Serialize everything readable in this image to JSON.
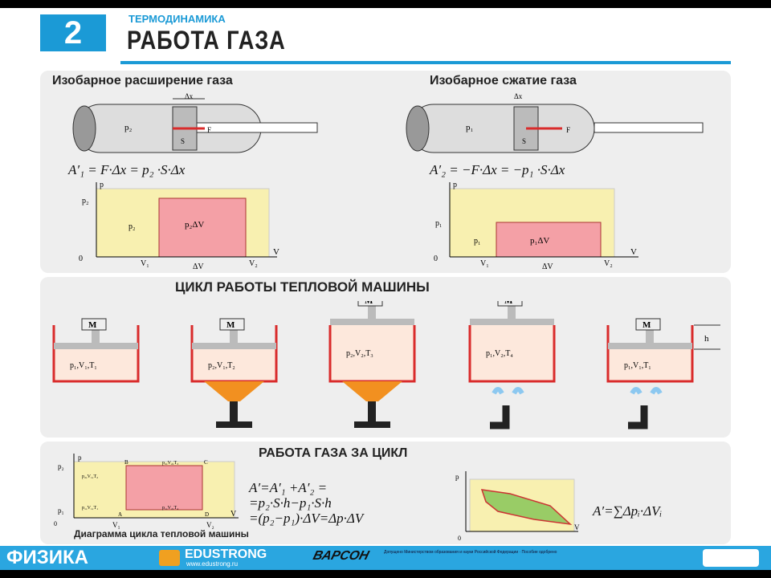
{
  "header": {
    "number": "2",
    "subject": "ТЕРМОДИНАМИКА",
    "title": "РАБОТА ГАЗА"
  },
  "expansion": {
    "title": "Изобарное расширение газа",
    "formula": "A′₁ = F·Δx = p₂ ·S·Δx",
    "cyl_label": "p₂",
    "dx": "Δx",
    "F": "F",
    "S": "S",
    "graph": {
      "p_axis": "p",
      "v_axis": "V",
      "origin": "0",
      "p_tick": "p₂",
      "p_mid": "p₂",
      "v1": "V₁",
      "v2": "V₂",
      "dv": "ΔV",
      "area": "p₂ΔV"
    }
  },
  "compression": {
    "title": "Изобарное сжатие газа",
    "formula": "A′₂ = −F·Δx = −p₁ ·S·Δx",
    "cyl_label": "p₁",
    "dx": "Δx",
    "F": "F",
    "S": "S",
    "graph": {
      "p_axis": "p",
      "v_axis": "V",
      "origin": "0",
      "p_tick": "p₁",
      "p_mid": "p₁",
      "v1": "V₁",
      "v2": "V₂",
      "dv": "ΔV",
      "area": "p₁ΔV"
    }
  },
  "cycle": {
    "title": "ЦИКЛ РАБОТЫ ТЕПЛОВОЙ МАШИНЫ",
    "mass": "M",
    "h": "h",
    "stages": [
      {
        "label": "p₁,V₁,T₁"
      },
      {
        "label": "p₂,V₁,T₂"
      },
      {
        "label": "p₂,V₂,T₃"
      },
      {
        "label": "p₁,V₂,T₄"
      },
      {
        "label": "p₁,V₁,T₁"
      }
    ]
  },
  "work_cycle": {
    "title": "РАБОТА ГАЗА ЗА ЦИКЛ",
    "diagram": {
      "p_axis": "p",
      "v_axis": "V",
      "origin": "0",
      "p2": "p₂",
      "p1": "p₁",
      "v1": "V₁",
      "v2": "V₂",
      "A": "A",
      "B": "B",
      "C": "C",
      "D": "D",
      "state_B": "p₂,V₁,T₂",
      "state_C": "p₂,V₂,T₃",
      "state_A": "p₁,V₁,T₁",
      "state_D": "p₁,V₂,T₄"
    },
    "caption": "Диаграмма цикла тепловой машины",
    "formula_lines": [
      "A′=A′₁ +A′₂ =",
      "=p₂·S·h−p₁·S·h",
      "=(p₂−p₁)·ΔV=Δp·ΔV"
    ],
    "general": {
      "p_axis": "p",
      "v_axis": "V",
      "origin": "0",
      "formula": "A′=∑Δpᵢ·ΔVᵢ"
    }
  },
  "footer": {
    "subject": "ФИЗИКА",
    "brand": "EDUSTRONG",
    "url": "www.edustrong.ru",
    "publisher": "ВАРСОН",
    "fine_print": "Допущено Министерством образования и науки Российской Федерации · Пособие одобрено"
  },
  "colors": {
    "accent": "#1b9ad6",
    "area": "#f4a0a6",
    "grid": "#f8f0b0",
    "red": "#d92b2b"
  }
}
